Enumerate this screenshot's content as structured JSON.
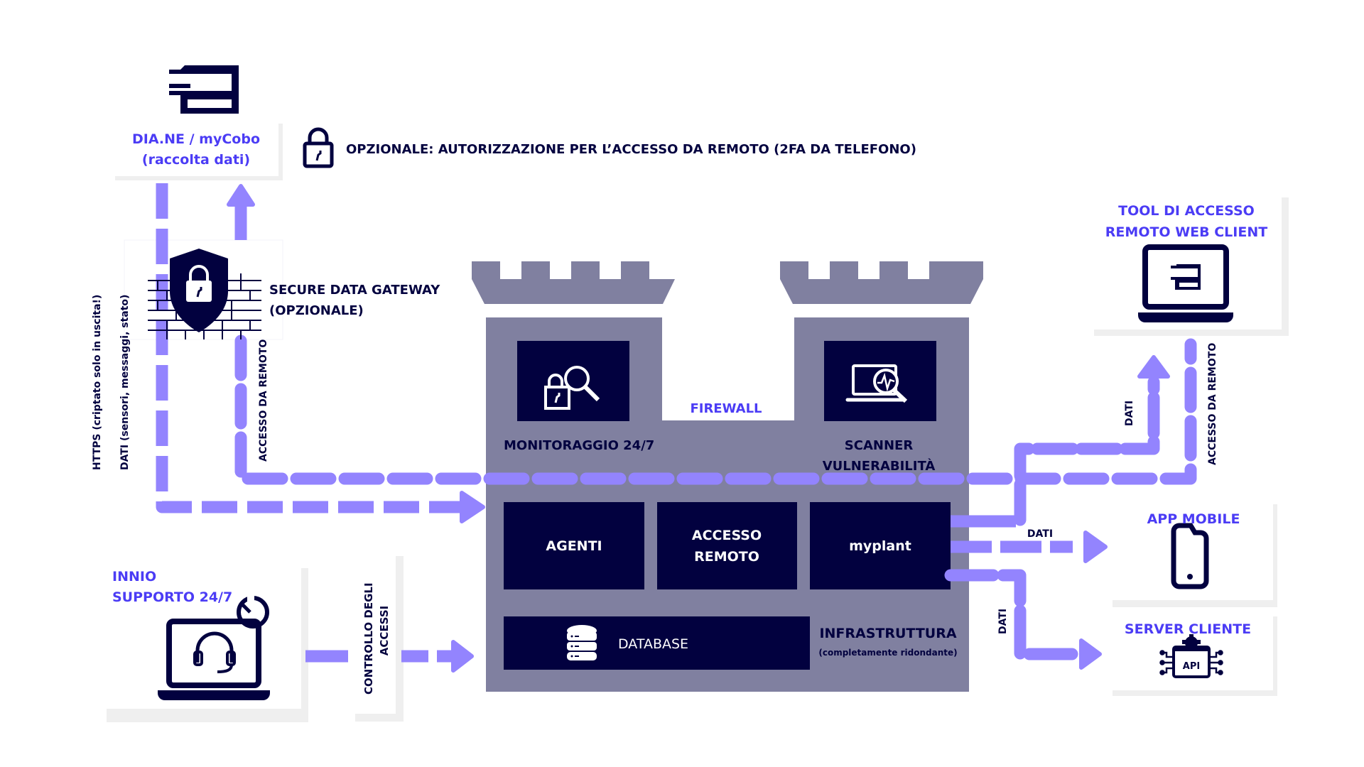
{
  "colors": {
    "navy": "#02013f",
    "purple_text": "#4b3cf5",
    "arrow": "#9384fe",
    "castle": "#8080a0",
    "card_shadow": "#efefef"
  },
  "top_note": {
    "icon": "lock-icon",
    "text": "OPZIONALE: AUTORIZZAZIONE PER L’ACCESSO DA REMOTO (2FA DA TELEFONO)"
  },
  "diane": {
    "icon": "control-panel-icon",
    "line1": "DIA.NE / myCobo",
    "line2": "(raccolta dati)"
  },
  "gateway": {
    "icon": "shield-lock-firewall-icon",
    "line1": "SECURE DATA GATEWAY",
    "line2": "(OPZIONALE)"
  },
  "left_labels": {
    "https": "HTTPS (criptato solo in uscita!)",
    "dati": "DATI (sensori, messaggi, stato)",
    "accesso": "ACCESSO DA REMOTO"
  },
  "castle": {
    "firewall": "FIREWALL",
    "monitoring": {
      "icon": "lock-magnifier-icon",
      "label": "MONITORAGGIO 24/7"
    },
    "scanner": {
      "icon": "laptop-scan-icon",
      "line1": "SCANNER",
      "line2": "VULNERABILITÀ"
    },
    "modules": [
      {
        "line1": "AGENTI",
        "line2": ""
      },
      {
        "line1": "ACCESSO",
        "line2": "REMOTO"
      },
      {
        "line1": "myplant",
        "line2": ""
      }
    ],
    "database": {
      "icon": "database-icon",
      "label": "DATABASE"
    },
    "infra": {
      "line1": "INFRASTRUTTURA",
      "line2": "(completamente ridondante)"
    }
  },
  "support": {
    "line1": "INNIO",
    "line2": "SUPPORTO 24/7",
    "icon": "laptop-headset-clock-icon"
  },
  "access_control": {
    "line1": "CONTROLLO DEGLI",
    "line2": "ACCESSI"
  },
  "web_client": {
    "line1": "TOOL DI ACCESSO",
    "line2": "REMOTO WEB CLIENT",
    "icon": "laptop-panel-icon"
  },
  "right_labels": {
    "dati_up": "DATI",
    "accesso": "ACCESSO DA REMOTO",
    "dati_mobile": "DATI",
    "dati_server": "DATI"
  },
  "app_mobile": {
    "label": "APP MOBILE",
    "icon": "smartphone-icon"
  },
  "server_cliente": {
    "label": "SERVER CLIENTE",
    "icon": "api-gear-icon",
    "api_text": "API"
  }
}
